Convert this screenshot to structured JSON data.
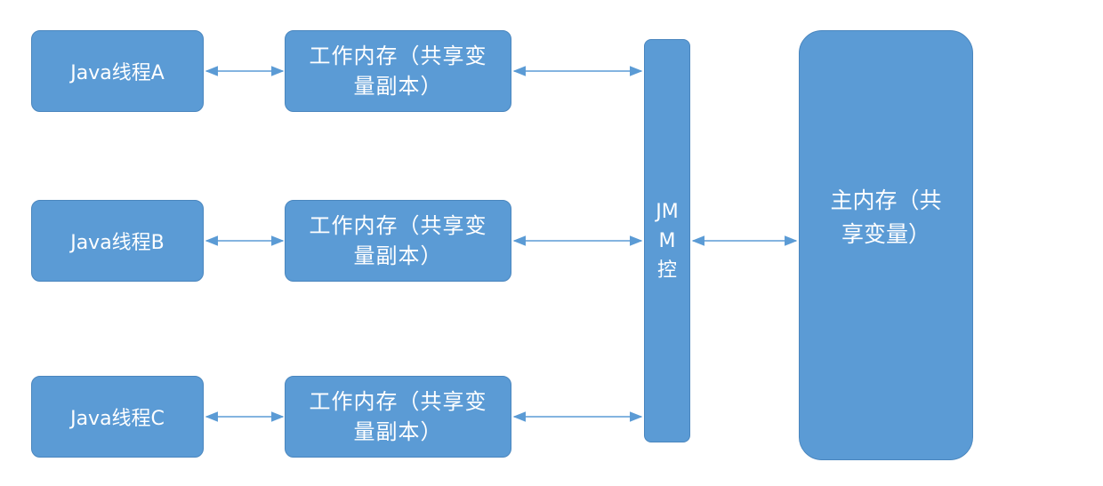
{
  "colors": {
    "box_fill": "#5b9bd5",
    "box_border": "#4a86be",
    "arrow": "#5b9bd5",
    "text": "#ffffff"
  },
  "threads": [
    {
      "label": "Java线程A"
    },
    {
      "label": "Java线程B"
    },
    {
      "label": "Java线程C"
    }
  ],
  "working_memory": [
    {
      "label": "工作内存（共享变量副本）"
    },
    {
      "label": "工作内存（共享变量副本）"
    },
    {
      "label": "工作内存（共享变量副本）"
    }
  ],
  "jmm": {
    "label": "JMM控"
  },
  "main_memory": {
    "label": "主内存（共享变量）"
  }
}
